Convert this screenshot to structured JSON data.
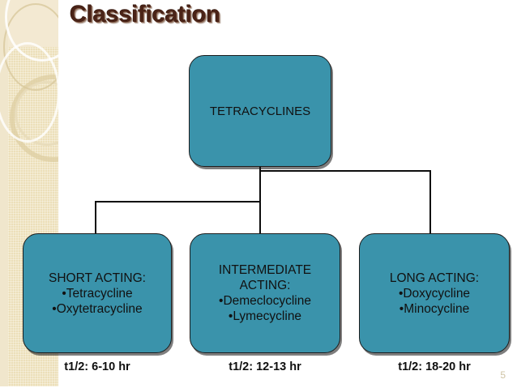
{
  "slide": {
    "title": "Classification",
    "number": "5",
    "accent_teal": "#3a93ab",
    "title_color": "#4a2317",
    "band_color": "#ecdfb9"
  },
  "diagram": {
    "type": "hierarchy",
    "root": {
      "label": "TETRACYCLINES"
    },
    "children": [
      {
        "id": "short-acting",
        "heading": "SHORT ACTING:",
        "drugs": [
          "•Tetracycline",
          "•Oxytetracycline"
        ],
        "half_life": "t1/2: 6-10 hr"
      },
      {
        "id": "intermediate-acting",
        "heading_line1": "INTERMEDIATE",
        "heading_line2": "ACTING:",
        "drugs": [
          "•Demeclocycline",
          "•Lymecycline"
        ],
        "half_life": "t1/2: 12-13 hr"
      },
      {
        "id": "long-acting",
        "heading": "LONG ACTING:",
        "drugs": [
          "•Doxycycline",
          "•Minocycline"
        ],
        "half_life": "t1/2: 18-20 hr"
      }
    ]
  }
}
